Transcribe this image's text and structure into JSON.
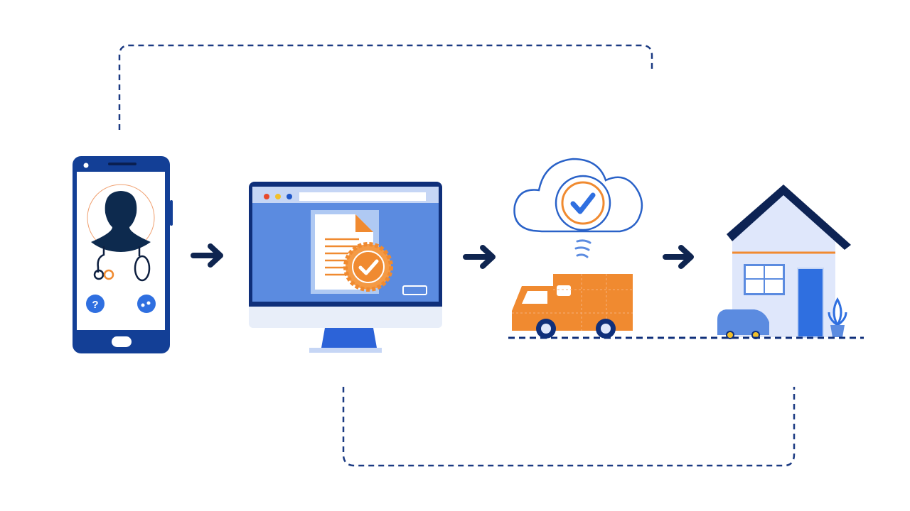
{
  "diagram": {
    "type": "process-flow",
    "steps": [
      {
        "id": "telehealth-consult",
        "icon": "smartphone-doctor-icon"
      },
      {
        "id": "e-prescription",
        "icon": "monitor-certified-document-icon"
      },
      {
        "id": "cloud-verification-dispatch",
        "icon": "cloud-check-delivery-truck-icon"
      },
      {
        "id": "home-delivery",
        "icon": "house-icon"
      }
    ],
    "connectors": [
      "arrow-right-icon",
      "arrow-right-icon",
      "arrow-right-icon"
    ],
    "loops": [
      "dashed-loop-top",
      "dashed-loop-bottom"
    ]
  },
  "colors": {
    "navy": "#0d2a6b",
    "phone_blue": "#133f96",
    "screen_blue": "#5b8be0",
    "bright_blue": "#2f6fe0",
    "orange": "#f08a30",
    "light_blue": "#dfe7fb",
    "arrow": "#0f2550"
  }
}
